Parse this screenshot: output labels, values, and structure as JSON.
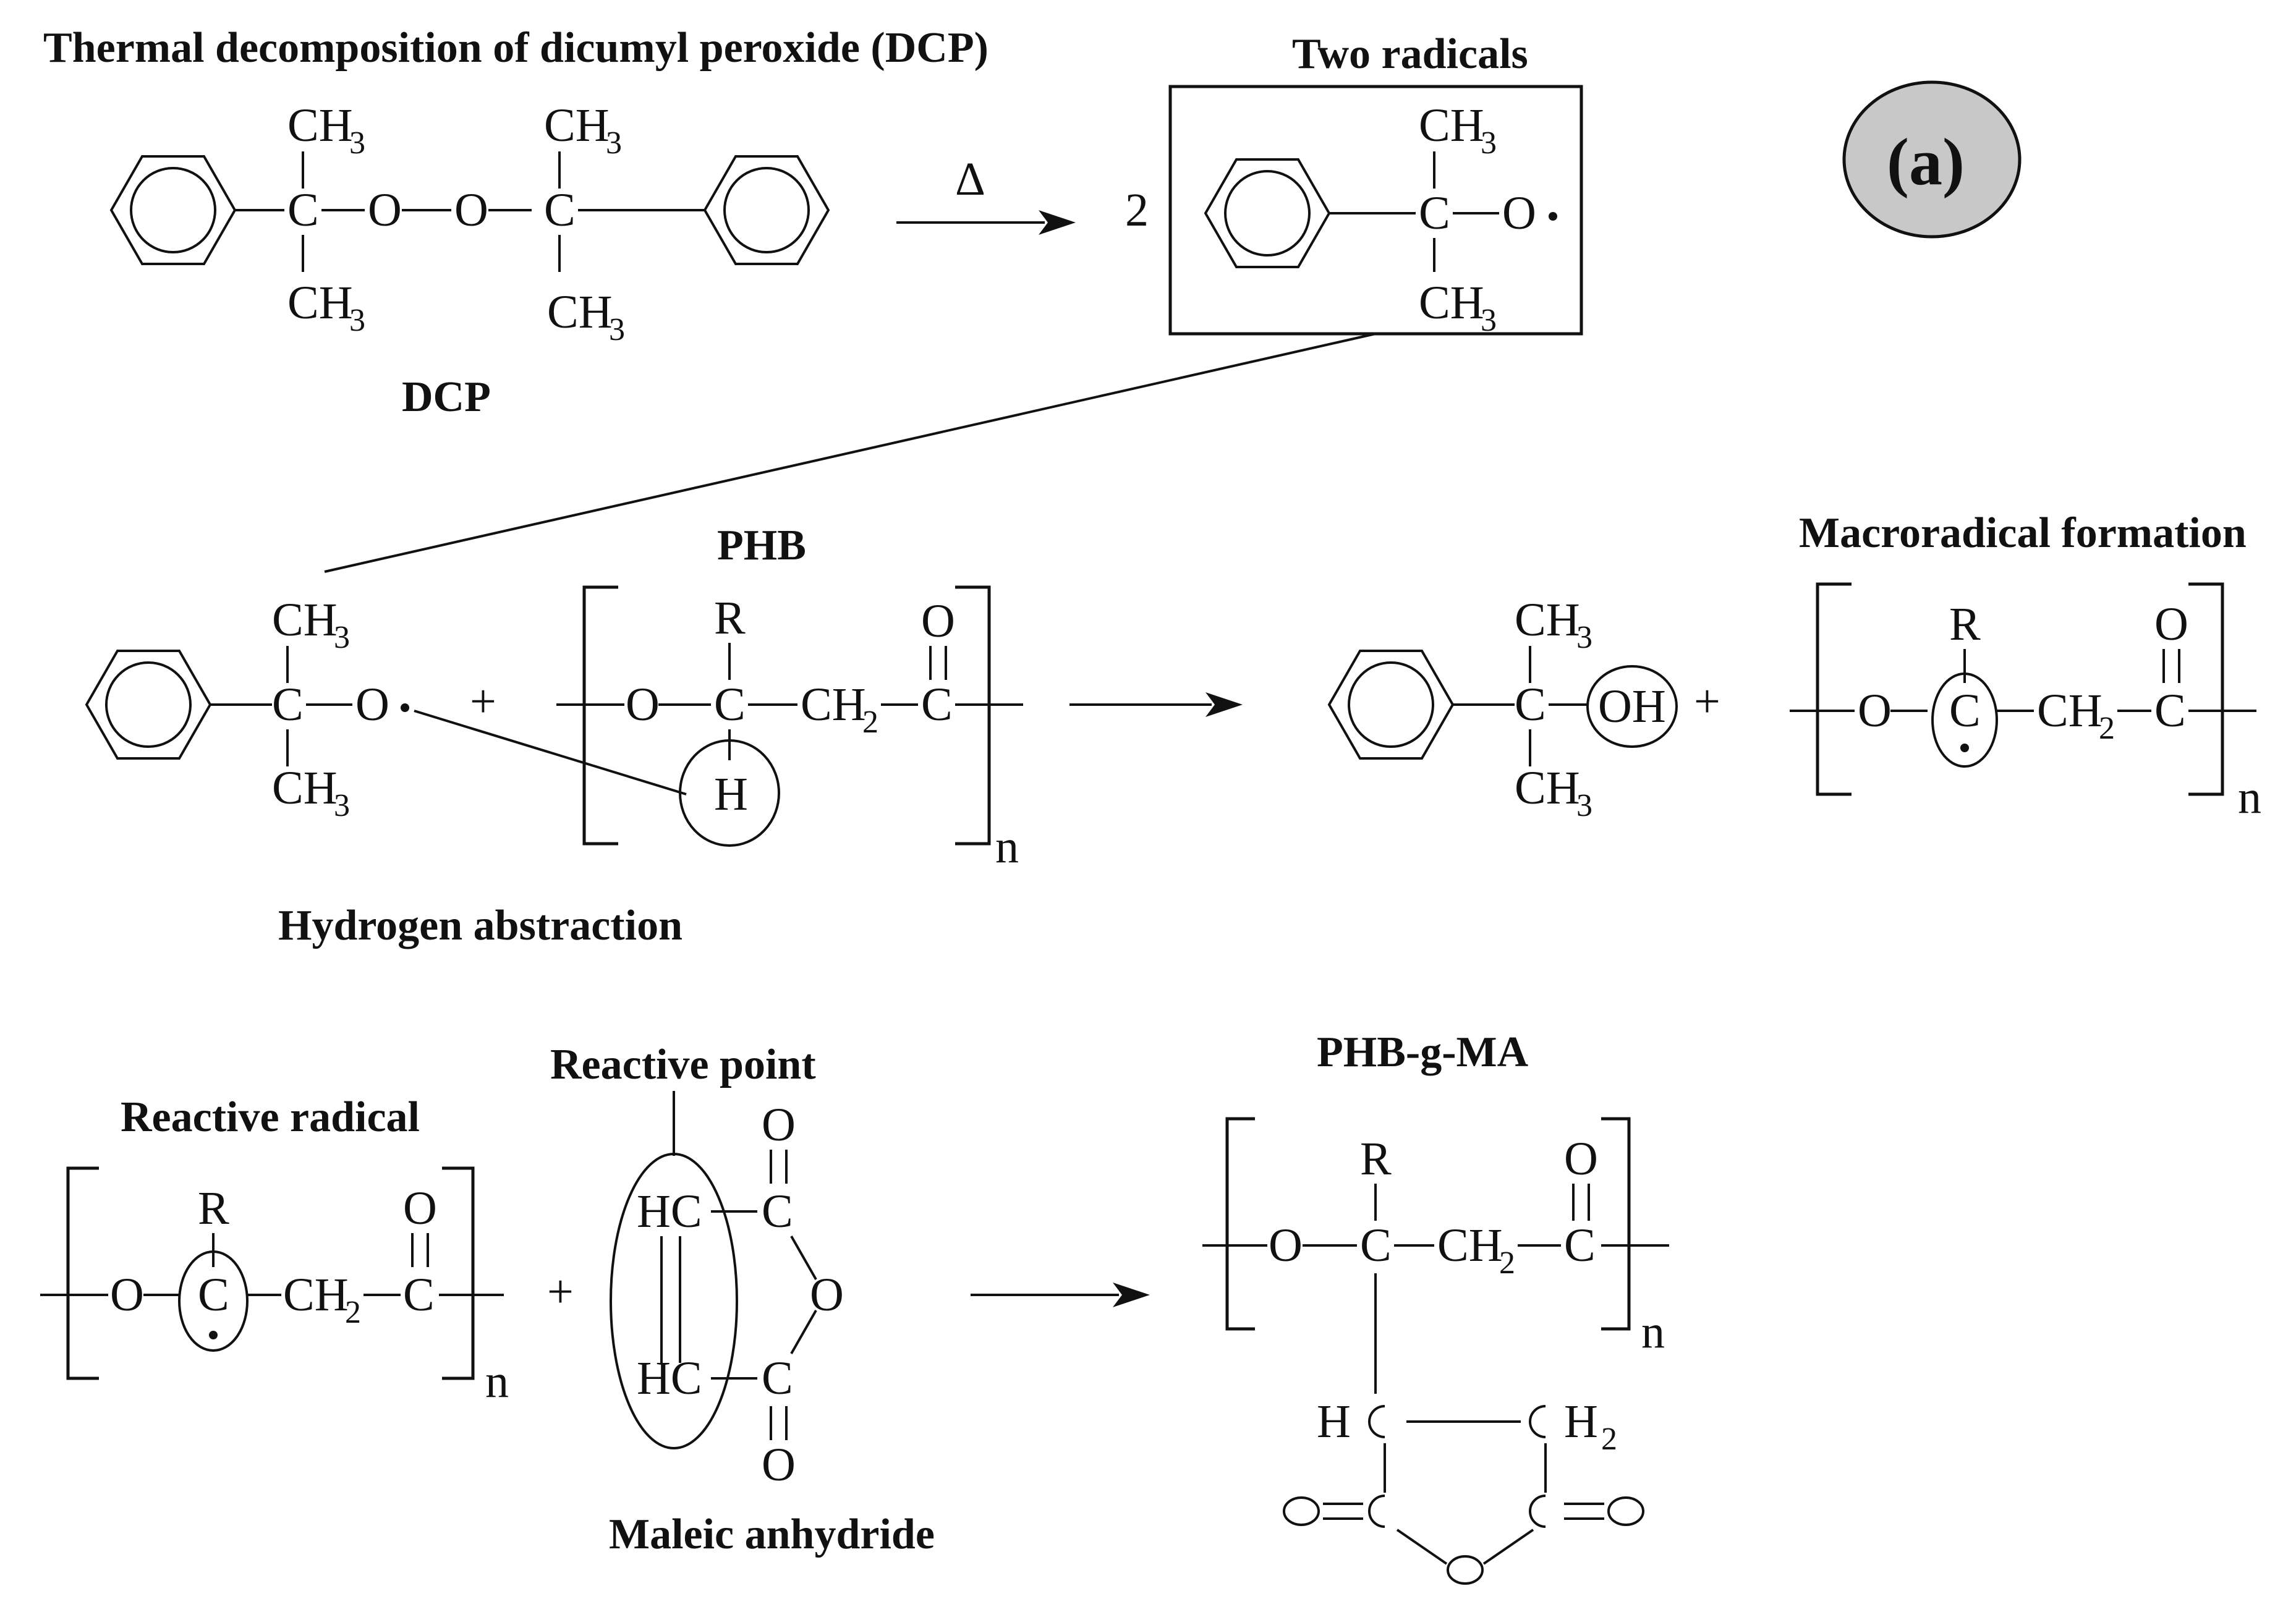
{
  "labels": {
    "dcp_title": "Thermal decomposition of dicumyl peroxide (DCP)",
    "two_radicals": "Two radicals",
    "dcp": "DCP",
    "phb": "PHB",
    "macroradical": "Macroradical formation",
    "hydrogen_abstraction": "Hydrogen abstraction",
    "reactive_point": "Reactive point",
    "reactive_radical": "Reactive radical",
    "phb_g_ma": "PHB-g-MA",
    "maleic_anhydride": "Maleic anhydride",
    "panel": "(a)",
    "heat": "Δ",
    "coef": "2",
    "plus": "+"
  },
  "atoms": {
    "C": "C",
    "O": "O",
    "H": "H",
    "R": "R",
    "n": "n",
    "CH3": "CH",
    "CH2": "CH",
    "sub3": "3",
    "sub2": "2",
    "OH": "OH",
    "HC": "HC",
    "H2": "H"
  },
  "colors": {
    "ink": "#111111",
    "panel_fill": "#c8c8c8"
  }
}
